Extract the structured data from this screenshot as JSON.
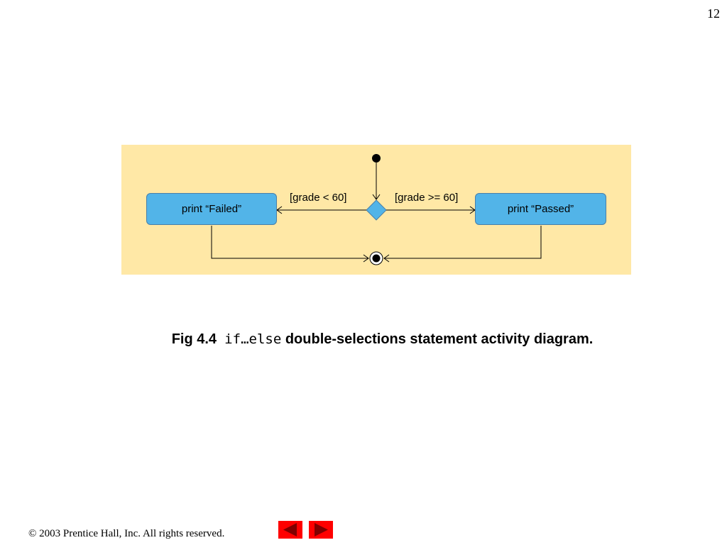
{
  "page_number": "12",
  "diagram": {
    "nodes": {
      "action_failed": "print “Failed”",
      "action_passed": "print “Passed”"
    },
    "guards": {
      "less_than_60": "[grade < 60]",
      "greater_equal_60": "[grade >= 60]"
    }
  },
  "caption": {
    "figure_label": "Fig 4.4",
    "keyword_if": "if",
    "ellipsis": "…",
    "keyword_else": "else",
    "text": "double-selections statement activity diagram."
  },
  "footer": {
    "copyright": "© 2003 Prentice Hall, Inc.  All rights reserved."
  },
  "navigation": {
    "previous_icon": "left-arrow-icon",
    "next_icon": "right-arrow-icon"
  },
  "colors": {
    "panel_background": "#ffe8a6",
    "action_fill": "#52b4e8",
    "nav_button": "#ff0000"
  }
}
